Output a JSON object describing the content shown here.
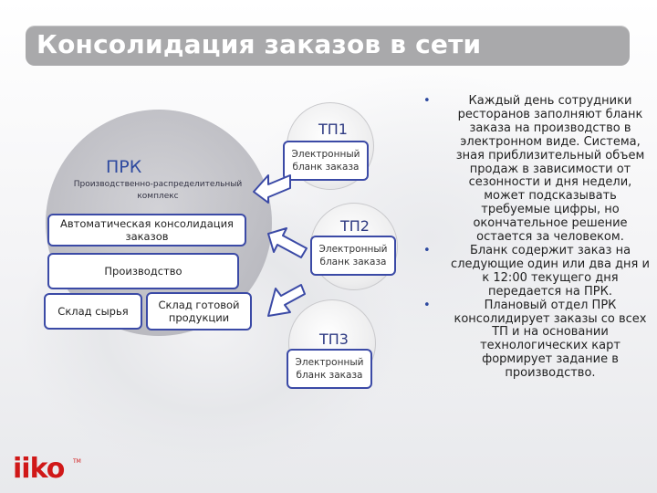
{
  "title": "Консолидация заказов в сети",
  "prk": {
    "title": "ПРК",
    "subtitle": "Производственно-распределительный комплекс",
    "boxes": {
      "consolidation": "Автоматическая консолидация заказов",
      "production": "Производство",
      "raw_warehouse": "Склад сырья",
      "finished_warehouse": "Склад готовой продукции"
    }
  },
  "outlets": [
    {
      "label": "ТП1",
      "card": "Электронный бланк заказа"
    },
    {
      "label": "ТП2",
      "card": "Электронный бланк заказа"
    },
    {
      "label": "ТП3",
      "card": "Электронный бланк заказа"
    }
  ],
  "bullets": [
    "Каждый день сотрудники ресторанов заполняют бланк заказа на производство в электронном виде. Система, зная приблизительный объем продаж в зависимости от сезонности и дня недели, может подсказывать требуемые цифры, но окончательное решение остается за человеком.",
    "Бланк содержит заказ на следующие один или два дня и к 12:00 текущего дня передается на ПРК.",
    "Плановый отдел ПРК консолидирует заказы со всех ТП и на основании технологических карт формирует задание в производство."
  ],
  "logo": {
    "text": "iiko",
    "tm": "TM"
  },
  "colors": {
    "accent": "#3b4aa6",
    "title_bar": "#a9a9ab",
    "logo": "#d01818"
  }
}
